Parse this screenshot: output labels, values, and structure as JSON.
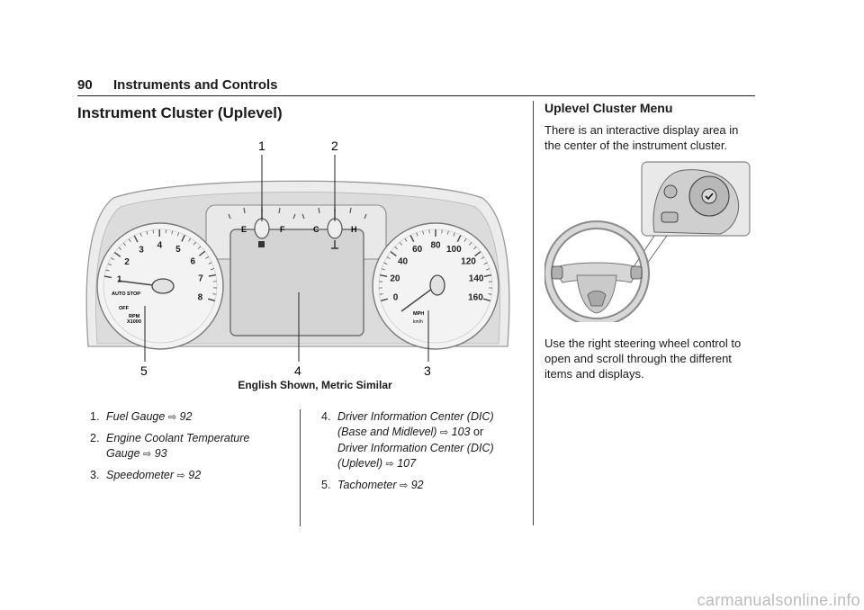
{
  "header": {
    "page_number": "90",
    "section_title": "Instruments and Controls"
  },
  "main": {
    "heading": "Instrument Cluster (Uplevel)",
    "figure": {
      "callouts": [
        "1",
        "2",
        "3",
        "4",
        "5"
      ],
      "caption": "English Shown, Metric Similar",
      "tach_ticks": [
        "1",
        "2",
        "3",
        "4",
        "5",
        "6",
        "7",
        "8"
      ],
      "tach_labels": {
        "auto_stop": "AUTO STOP",
        "off": "OFF",
        "rpm": "RPM",
        "x1000": "X1000"
      },
      "fuel_labels": {
        "empty": "E",
        "full": "F"
      },
      "temp_labels": {
        "cold": "C",
        "hot": "H"
      },
      "speed_ticks": [
        "0",
        "20",
        "40",
        "60",
        "80",
        "100",
        "120",
        "140",
        "160"
      ],
      "speed_labels": {
        "mph": "MPH",
        "kmh": "km/h"
      }
    },
    "list_left": [
      {
        "num": "1.",
        "text": "Fuel Gauge",
        "ref": "92"
      },
      {
        "num": "2.",
        "text": "Engine Coolant Temperature Gauge",
        "ref": "93"
      },
      {
        "num": "3.",
        "text": "Speedometer",
        "ref": "92"
      }
    ],
    "list_right": [
      {
        "num": "4.",
        "text": "Driver Information Center (DIC) (Base and Midlevel)",
        "ref": "103",
        "or": "or",
        "text2": "Driver Information Center (DIC) (Uplevel)",
        "ref2": "107"
      },
      {
        "num": "5.",
        "text": "Tachometer",
        "ref": "92"
      }
    ]
  },
  "sidebar": {
    "heading": "Uplevel Cluster Menu",
    "intro": "There is an interactive display area in the center of the instrument cluster.",
    "instruction": "Use the right steering wheel control to open and scroll through the different items and displays."
  },
  "footer": {
    "watermark": "carmanualsonline.info"
  }
}
